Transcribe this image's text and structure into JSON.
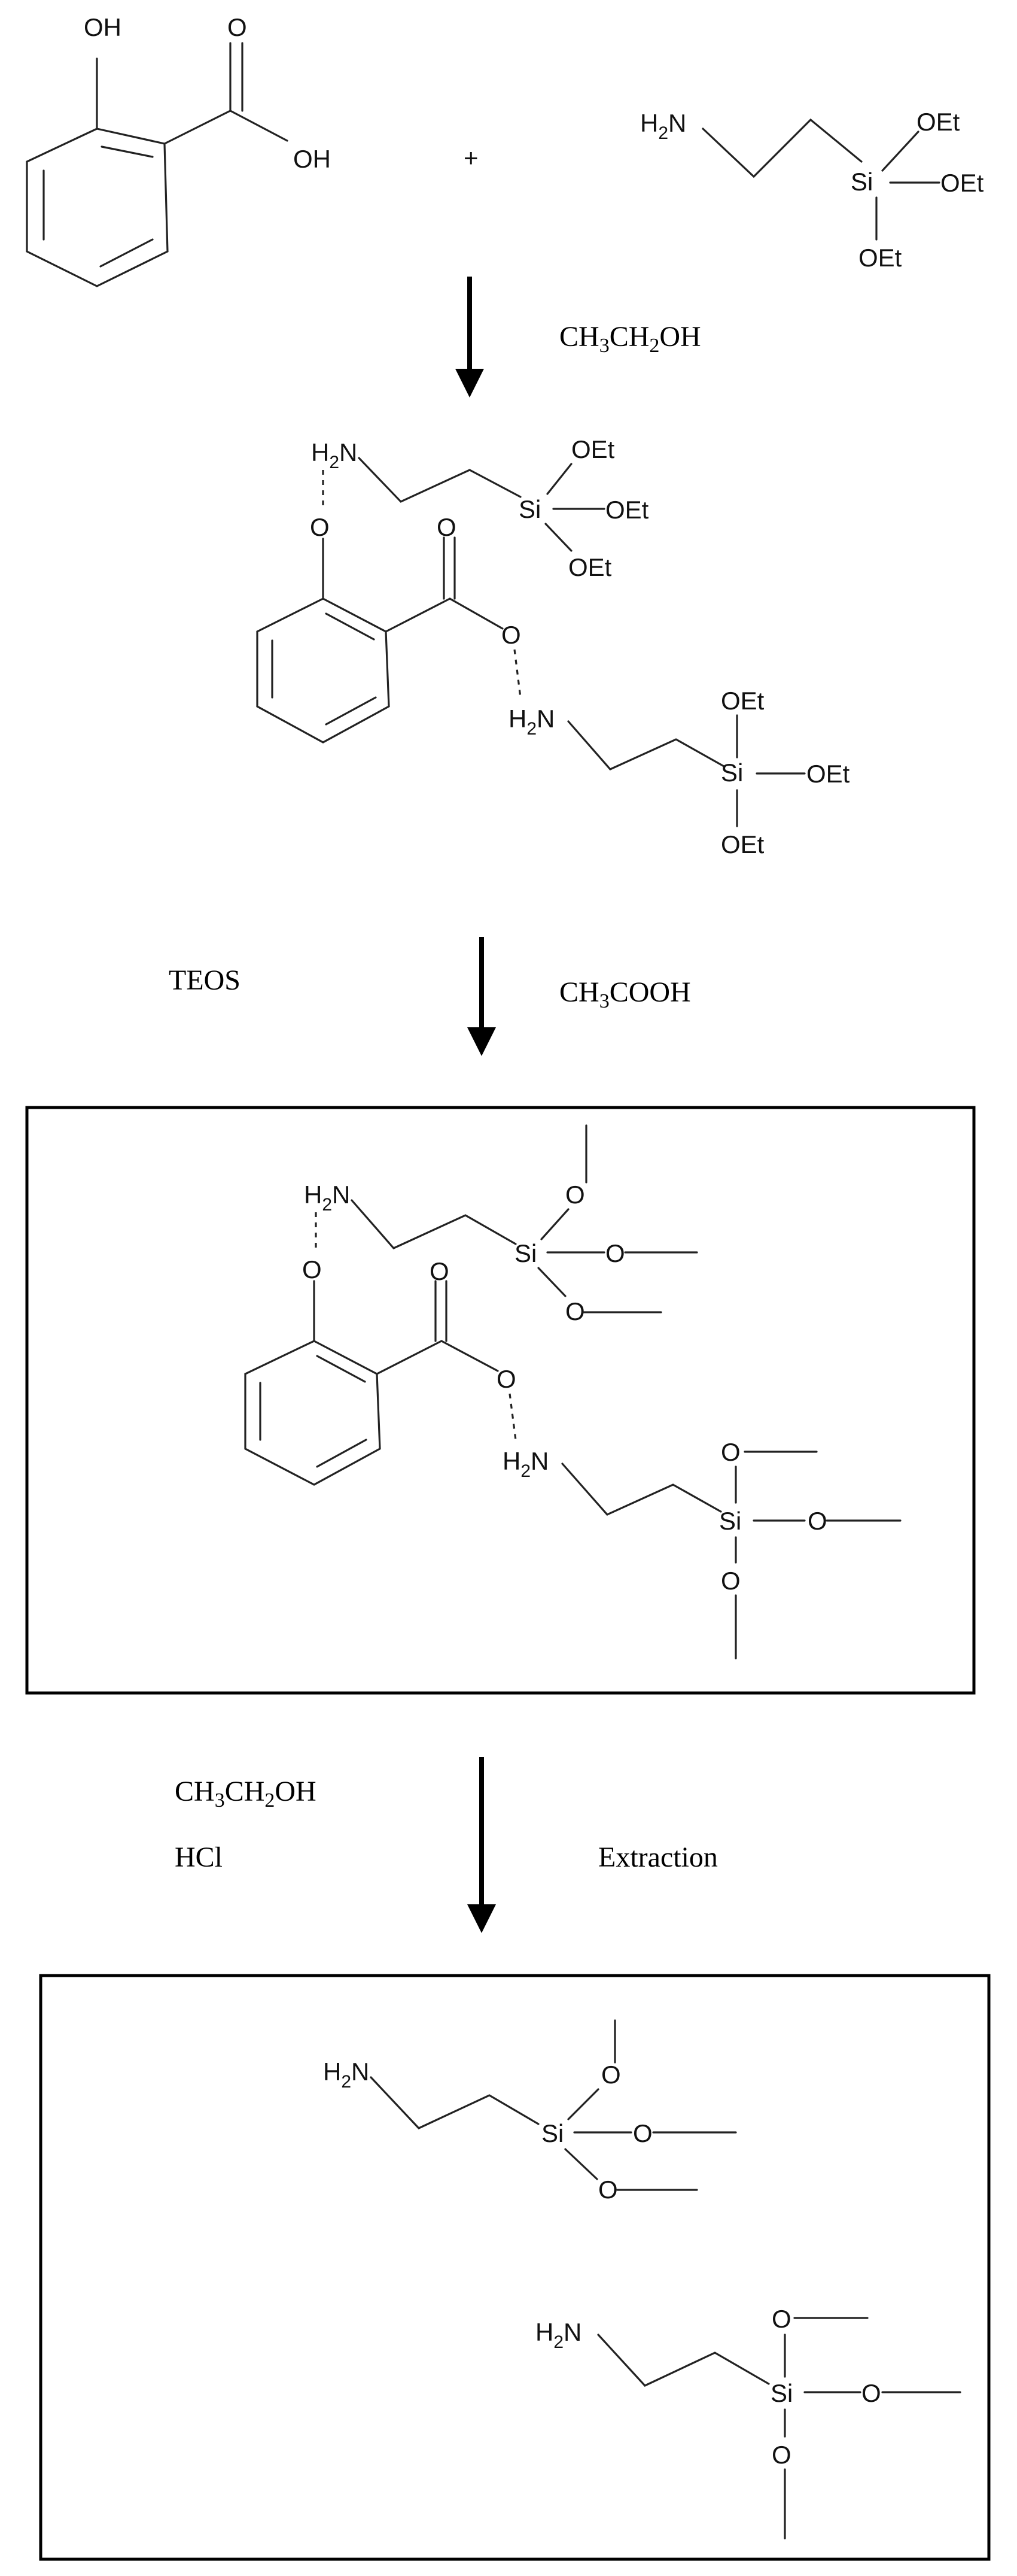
{
  "atoms": {
    "oh": "OH",
    "o": "O",
    "si": "Si",
    "oet": "OEt",
    "n": "N",
    "h": "H",
    "h_sub": "2"
  },
  "plus": "+",
  "step1": {
    "reagent": {
      "p1": "CH",
      "s1": "3",
      "p2": "CH",
      "s2": "2",
      "p3": "OH"
    }
  },
  "step2": {
    "left": "TEOS",
    "right": {
      "p1": "CH",
      "s1": "3",
      "p2": "COOH"
    }
  },
  "step3": {
    "left_line1": {
      "p1": "CH",
      "s1": "3",
      "p2": "CH",
      "s2": "2",
      "p3": "OH"
    },
    "left_line2": "HCl",
    "right": "Extraction"
  }
}
